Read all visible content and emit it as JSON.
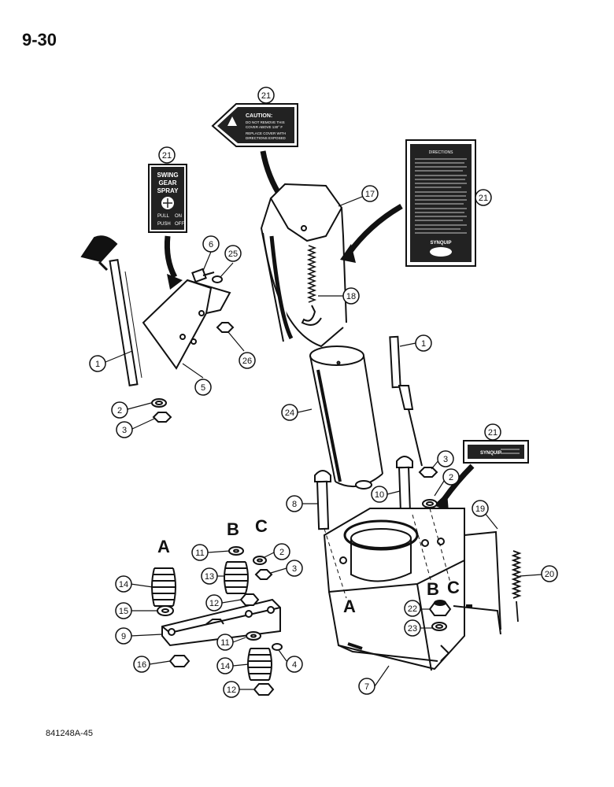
{
  "page": {
    "number": "9-30",
    "drawing_ref": "841248A-45"
  },
  "decals": {
    "swing_gear_spray": {
      "line1": "SWING",
      "line2": "GEAR",
      "line3": "SPRAY",
      "pull": "PULL",
      "on": "ON",
      "push": "PUSH",
      "off": "OFF"
    },
    "caution": {
      "title": "CAUTION:",
      "line1": "DO NOT REMOVE THIS",
      "line2": "COVER ABOVE 130° F",
      "line3": "REPLACE COVER WITH",
      "line4": "DIRECTIONS EXPOSED"
    },
    "directions": {
      "title": "DIRECTIONS",
      "brand": "SYNQUIP"
    },
    "small_label": {
      "brand": "SYNQUIP"
    }
  },
  "callouts": {
    "c1a": "1",
    "c1b": "1",
    "c2a": "2",
    "c2b": "2",
    "c2c": "2",
    "c3a": "3",
    "c3b": "3",
    "c3c": "3",
    "c4": "4",
    "c5": "5",
    "c6": "6",
    "c7": "7",
    "c8": "8",
    "c9": "9",
    "c10": "10",
    "c11a": "11",
    "c11b": "11",
    "c12a": "12",
    "c12b": "12",
    "c13": "13",
    "c14a": "14",
    "c14b": "14",
    "c15": "15",
    "c16": "16",
    "c17": "17",
    "c18": "18",
    "c19": "19",
    "c20": "20",
    "c21a": "21",
    "c21b": "21",
    "c21c": "21",
    "c21d": "21",
    "c22": "22",
    "c23": "23",
    "c24": "24",
    "c25": "25",
    "c26": "26"
  },
  "position_letters": {
    "a_plate": "A",
    "b_plate": "B",
    "c_plate": "C",
    "a_housing": "A",
    "b_housing": "B",
    "c_housing": "C"
  }
}
